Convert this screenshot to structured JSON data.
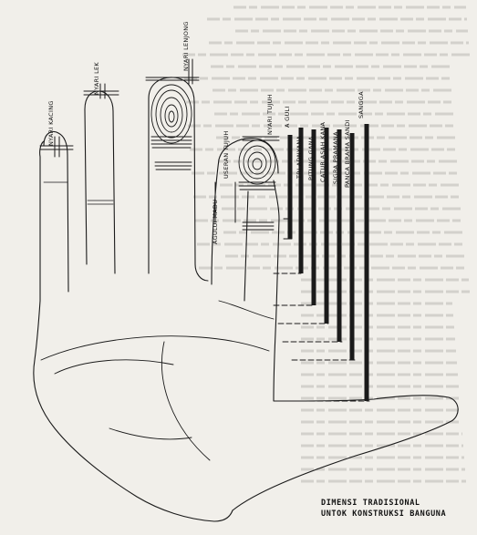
{
  "colors": {
    "paper": "#f1efea",
    "ink": "#1a1a1a",
    "faded_text": "#9c9a95"
  },
  "labels": {
    "nyari_kacing": "NYARI KACING",
    "nyari_lek": "NYARI LEK",
    "nyari_lenjong": "NYARI LENJONG",
    "useran_tujuh": "USERAN TUJUH",
    "agului_madu": "AGULUI MADU",
    "nyari_tujuh": "NYARI TUJUH",
    "a_guli": "A GULI",
    "tri_adnyana": "TRI ADNYANA",
    "pitung_gana": "PITUNG GANA",
    "catur_asah_kana": "CATUR ASAH KANA",
    "sigra_pramana": "SIGRA PRAMANA",
    "panca_brama_sandi": "PANCA BRAMA SANDI",
    "sangga": "SANGGA"
  },
  "caption": {
    "line1": "DIMENSI TRADISIONAL",
    "line2": "UNTOK KONSTRUKSI BANGUNA"
  }
}
